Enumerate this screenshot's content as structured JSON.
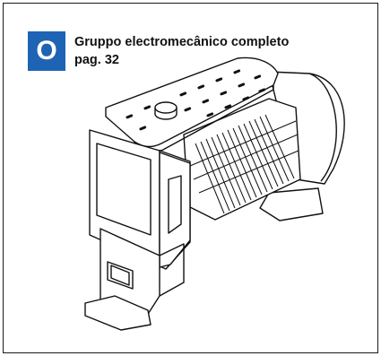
{
  "badge": {
    "letter": "O",
    "color": "#1f63b5"
  },
  "caption": {
    "title": "Gruppo electromecânico completo",
    "page_ref": "pag. 32"
  },
  "illustration": {
    "name": "electromechanical-assembly-drawing"
  }
}
